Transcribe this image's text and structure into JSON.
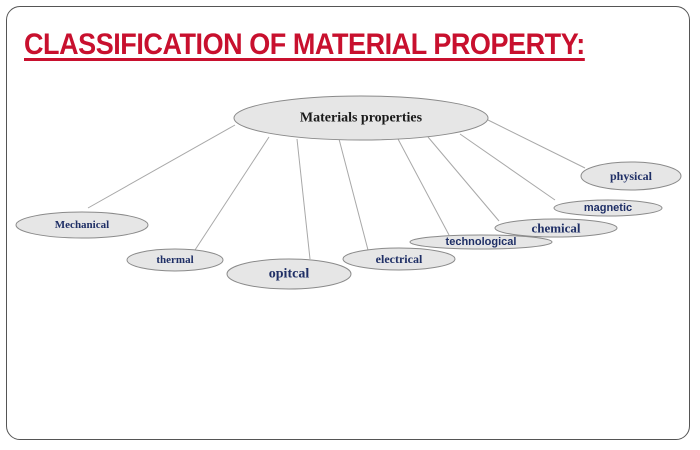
{
  "title": "CLASSIFICATION OF MATERIAL PROPERTY:",
  "colors": {
    "title": "#c8102e",
    "node_fill": "#e6e6e6",
    "node_stroke": "#8a8a8a",
    "edge": "#a8a8a8",
    "root_text": "#1a1a1a",
    "child_text": "#1f2f66"
  },
  "diagram": {
    "root": {
      "label": "Materials properties"
    },
    "children": [
      {
        "label": "Mechanical"
      },
      {
        "label": "thermal"
      },
      {
        "label": "opitcal"
      },
      {
        "label": "electrical"
      },
      {
        "label": "technological"
      },
      {
        "label": "chemical"
      },
      {
        "label": "magnetic"
      },
      {
        "label": "physical"
      }
    ]
  }
}
